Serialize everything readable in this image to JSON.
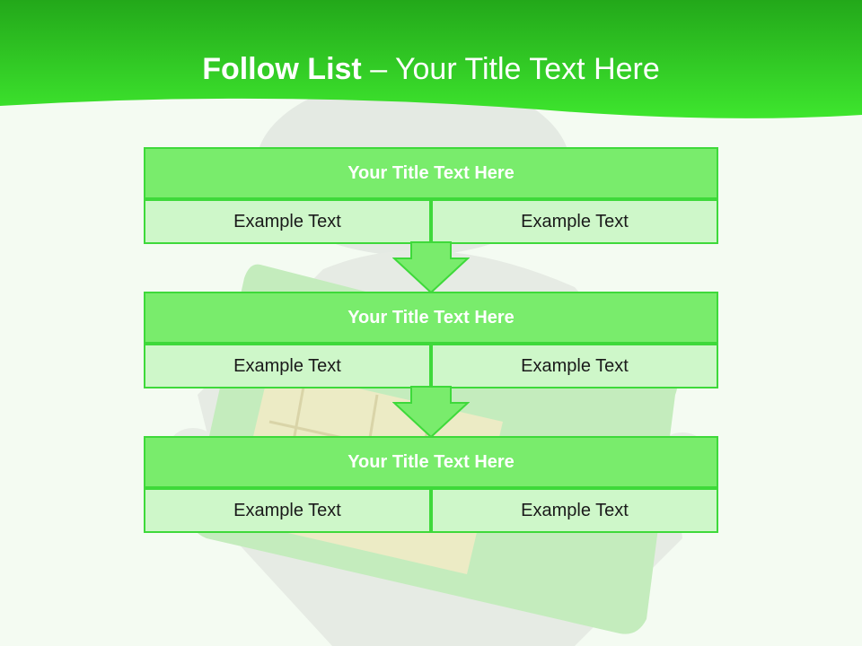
{
  "header": {
    "title_bold": "Follow List",
    "title_rest": "– Your Title Text Here"
  },
  "blocks": [
    {
      "title": "Your Title Text Here",
      "left": "Example Text",
      "right": "Example Text"
    },
    {
      "title": "Your Title Text Here",
      "left": "Example Text",
      "right": "Example Text"
    },
    {
      "title": "Your Title Text Here",
      "left": "Example Text",
      "right": "Example Text"
    }
  ],
  "colors": {
    "header_green": "#33e022",
    "title_fill": "#79ec6c",
    "cell_fill": "#cef7c9",
    "border_green": "#3ed93a"
  }
}
